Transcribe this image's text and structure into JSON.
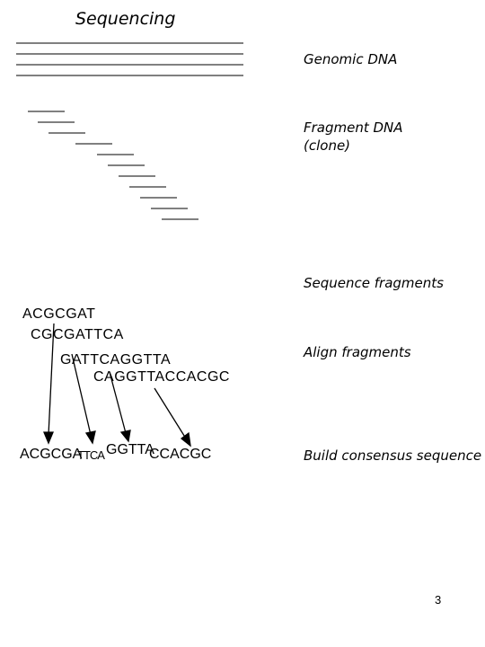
{
  "title": "Sequencing",
  "labels": {
    "genomic_dna": "Genomic DNA",
    "fragment_dna_line1": "Fragment DNA",
    "fragment_dna_line2": "(clone)",
    "sequence_fragments": "Sequence fragments",
    "align_fragments": "Align fragments",
    "build_consensus": "Build consensus sequence"
  },
  "fragments": [
    "ACGCGAT",
    "CGCGATTCA",
    "GATTCAGGTTA",
    "CAGGTTACCACGC"
  ],
  "consensus": {
    "part1": "ACGCGA",
    "part2": "TTCA",
    "part3": "GGTTA",
    "part4": "CCACGC"
  },
  "page_number": "3"
}
